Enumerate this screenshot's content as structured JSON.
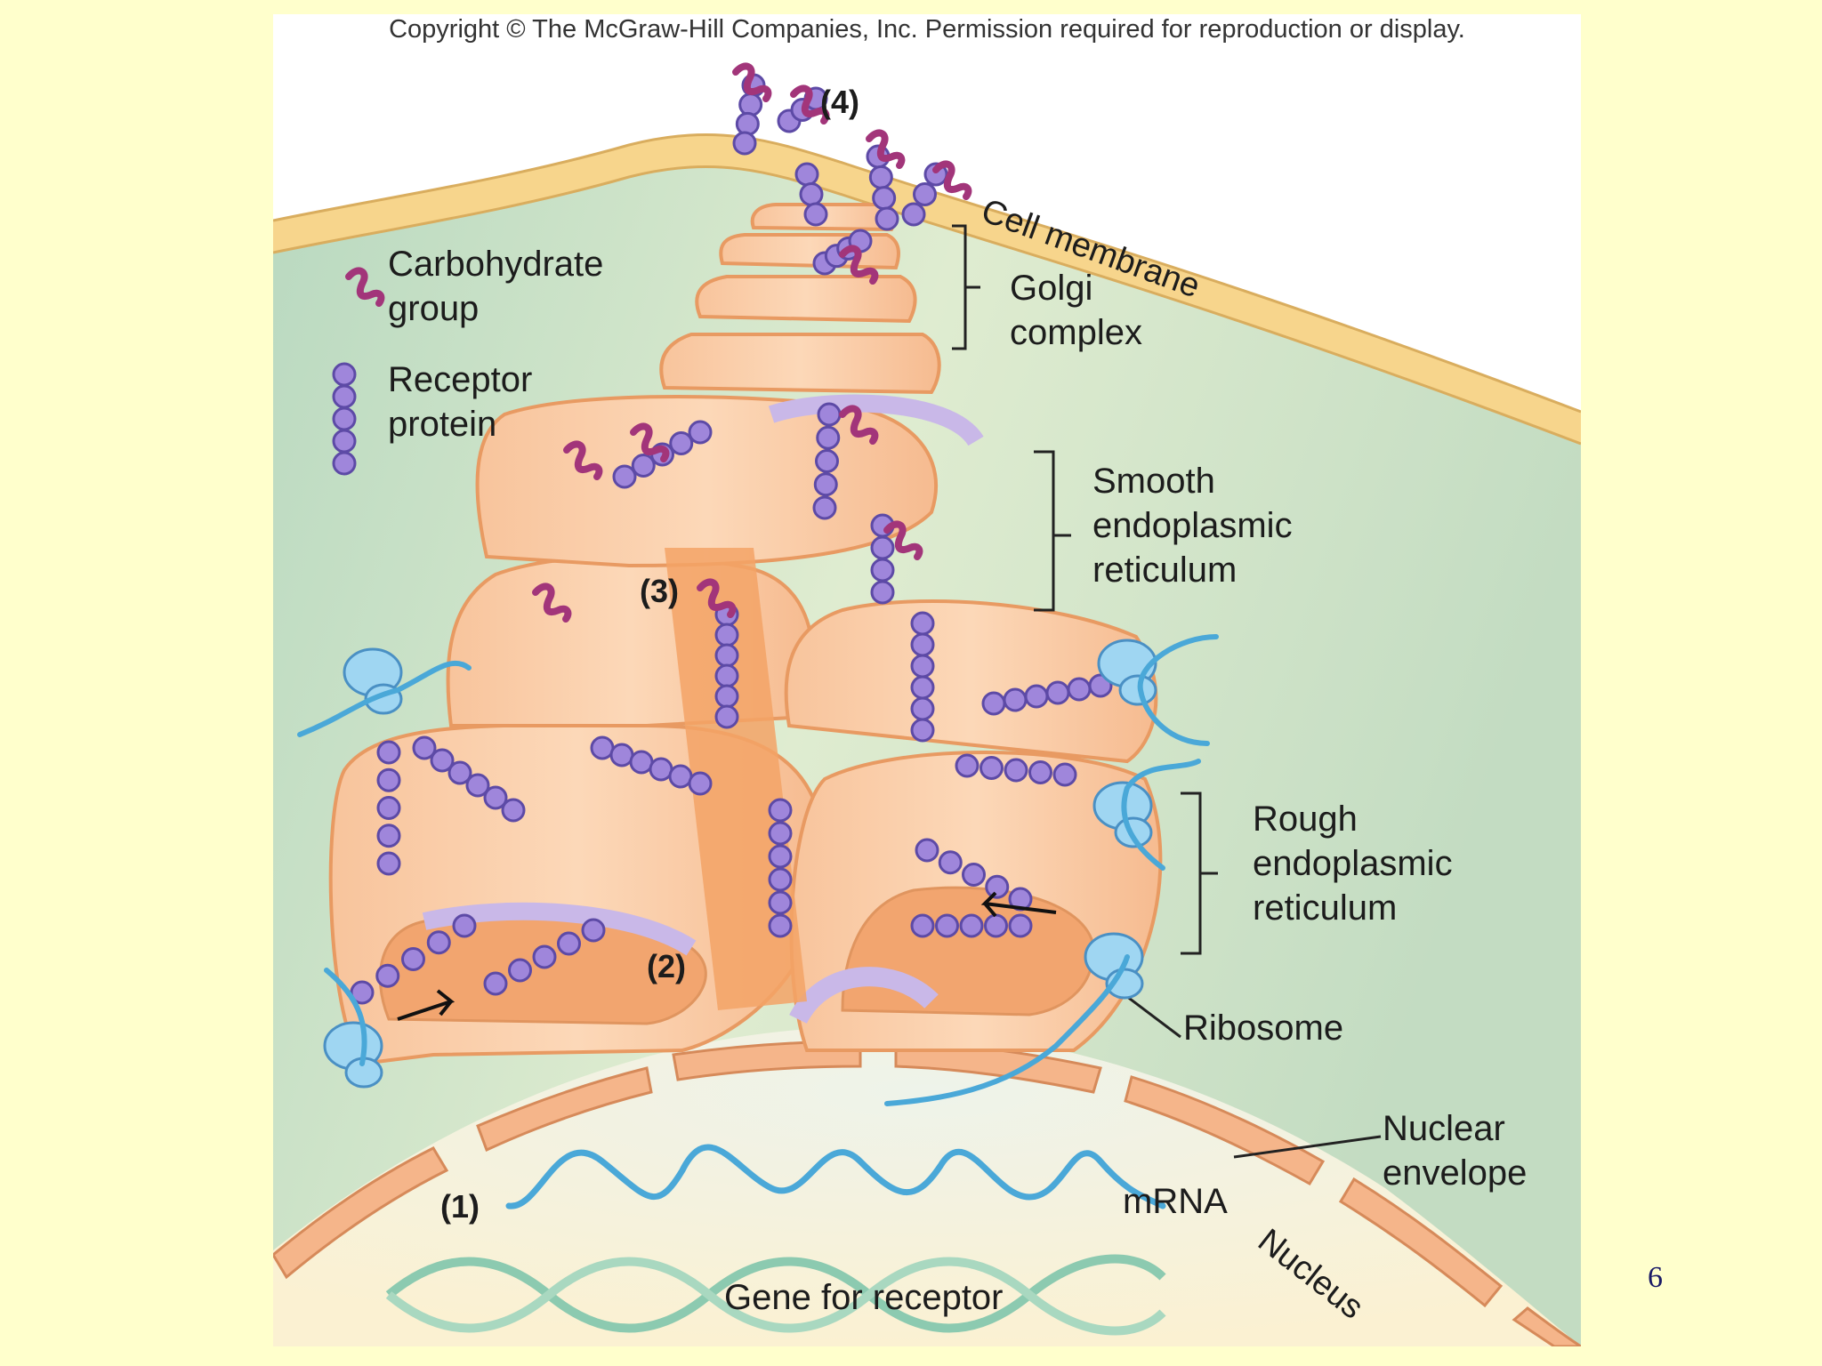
{
  "copyright": "Copyright © The McGraw-Hill Companies, Inc. Permission required for reproduction or display.",
  "labels": {
    "carbohydrate": "Carbohydrate\ngroup",
    "receptor": "Receptor\nprotein",
    "golgi": "Golgi\ncomplex",
    "cell_membrane": "Cell membrane",
    "smooth_er": "Smooth\nendoplasmic\nreticulum",
    "rough_er": "Rough\nendoplasmic\nreticulum",
    "ribosome": "Ribosome",
    "nuclear_envelope": "Nuclear\nenvelope",
    "mrna": "mRNA",
    "nucleus": "Nucleus",
    "gene": "Gene for receptor"
  },
  "steps": [
    "(1)",
    "(2)",
    "(3)",
    "(4)"
  ],
  "colors": {
    "slide_bg": "#ffffcc",
    "cytoplasm": "#cfe4c8",
    "membrane": "#f8d78f",
    "organelle": "#f7b98a",
    "protein": "#9f86db",
    "carbohydrate": "#a2357a",
    "ribosome": "#9fd6f2",
    "mrna": "#4aa8d8",
    "dna": "#8ccab0"
  },
  "slide_number": "6"
}
